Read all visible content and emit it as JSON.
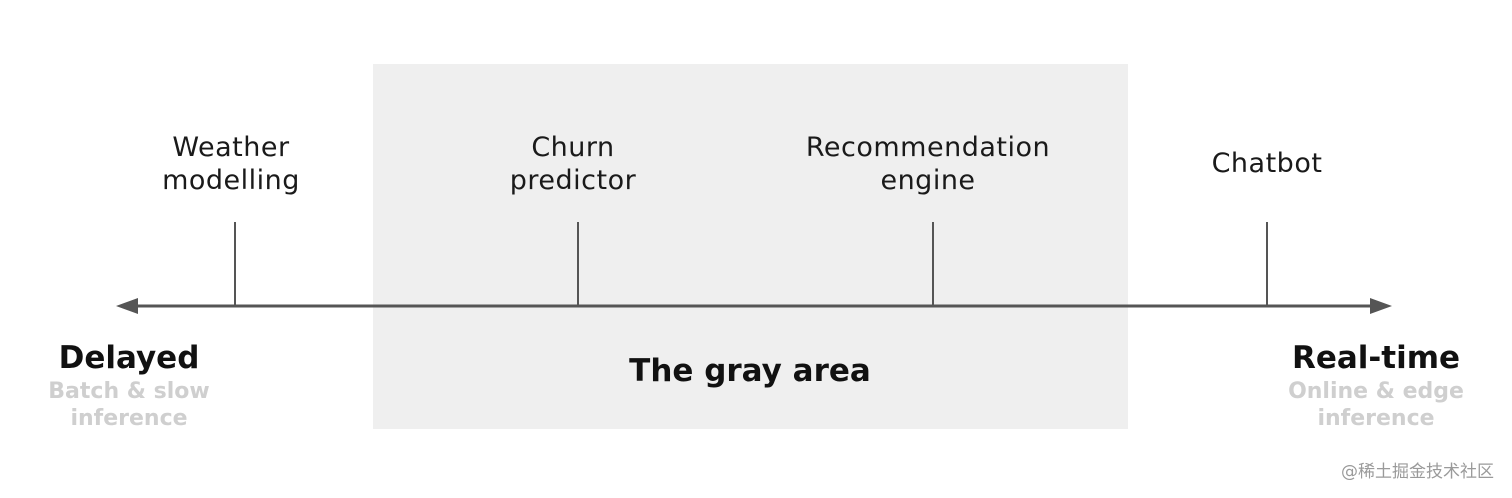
{
  "items": [
    {
      "label": "Weather\nmodelling"
    },
    {
      "label": "Churn\npredictor"
    },
    {
      "label": "Recommendation\nengine"
    },
    {
      "label": "Chatbot"
    }
  ],
  "left_end": {
    "title": "Delayed",
    "subtitle": "Batch & slow\ninference"
  },
  "right_end": {
    "title": "Real-time",
    "subtitle": "Online & edge\ninference"
  },
  "gray_area": {
    "label": "The gray area"
  },
  "watermark": "@稀土掘金技术社区",
  "colors": {
    "axis": "#555555",
    "region": "#efefef",
    "subtitle": "#cfcfcf"
  }
}
